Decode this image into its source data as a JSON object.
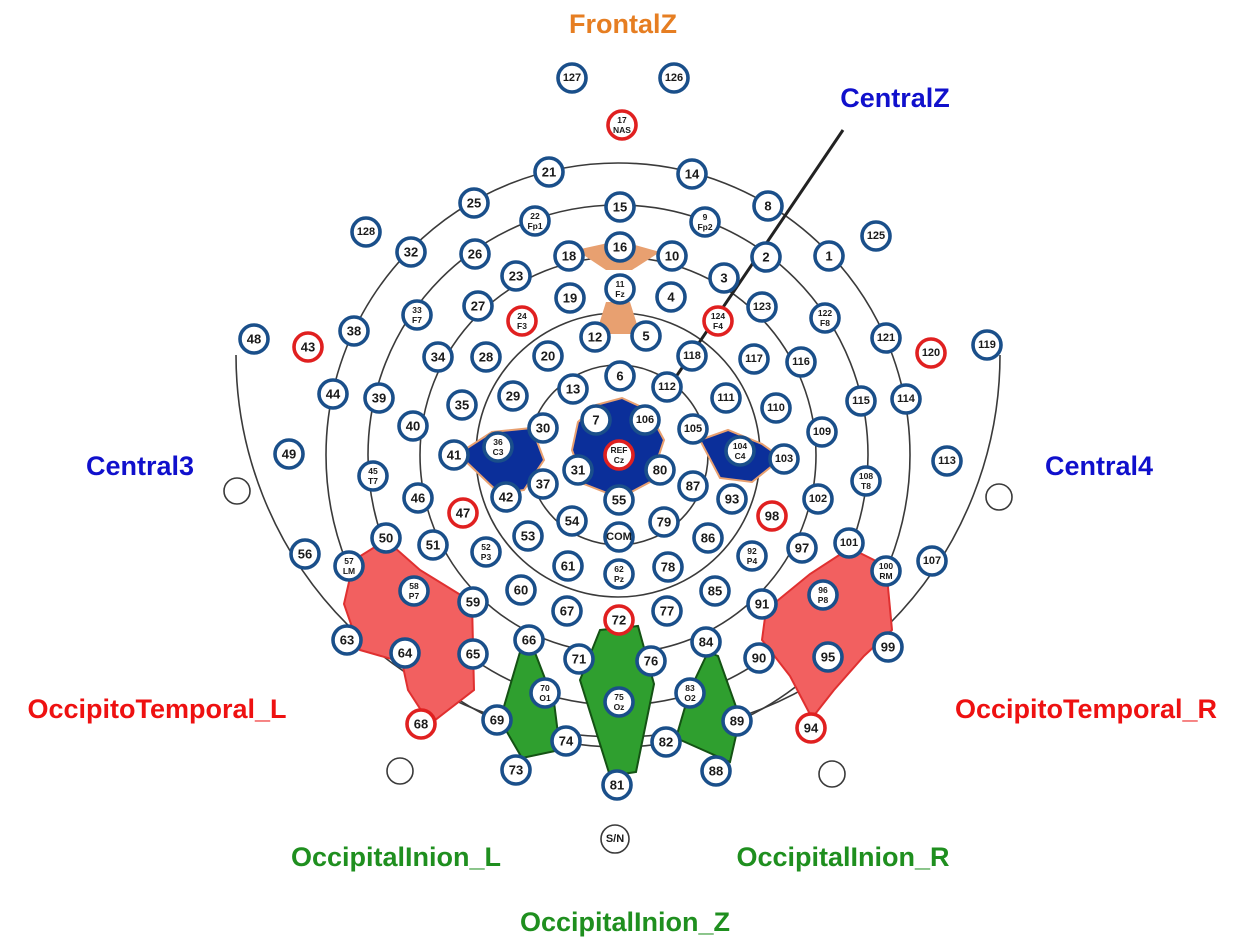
{
  "colors": {
    "frontal": "#e67e22",
    "central": "#1010cc",
    "occipitotemporal": "#ee1111",
    "occipital_inion": "#1f8f1f",
    "electrode_ring": "#1a4f8a",
    "highlight_ring": "#e02020",
    "central_fill": "#0b2f9a",
    "frontal_fill": "#e8a070",
    "occipitotemporal_fill": "#f26060",
    "inion_fill": "#2f9f2f"
  },
  "labels": {
    "frontal_z": "FrontalZ",
    "central_z": "CentralZ",
    "central_3": "Central3",
    "central_4": "Central4",
    "occipitotemporal_l": "OccipitoTemporal_L",
    "occipitotemporal_r": "OccipitoTemporal_R",
    "occipital_inion_l": "OccipitalInion_L",
    "occipital_inion_r": "OccipitalInion_R",
    "occipital_inion_z": "OccipitalInion_Z"
  },
  "electrodes": [
    {
      "n": "127"
    },
    {
      "n": "126"
    },
    {
      "n": "17",
      "sub": "NAS",
      "hl": true
    },
    {
      "n": "21"
    },
    {
      "n": "14"
    },
    {
      "n": "25"
    },
    {
      "n": "15"
    },
    {
      "n": "8"
    },
    {
      "n": "22",
      "sub": "Fp1"
    },
    {
      "n": "9",
      "sub": "Fp2"
    },
    {
      "n": "128"
    },
    {
      "n": "125"
    },
    {
      "n": "32"
    },
    {
      "n": "26"
    },
    {
      "n": "18"
    },
    {
      "n": "16"
    },
    {
      "n": "10"
    },
    {
      "n": "2"
    },
    {
      "n": "1"
    },
    {
      "n": "23"
    },
    {
      "n": "3"
    },
    {
      "n": "27"
    },
    {
      "n": "19"
    },
    {
      "n": "11",
      "sub": "Fz"
    },
    {
      "n": "4"
    },
    {
      "n": "33",
      "sub": "F7"
    },
    {
      "n": "24",
      "sub": "F3",
      "hl": true
    },
    {
      "n": "124",
      "sub": "F4",
      "hl": true
    },
    {
      "n": "123"
    },
    {
      "n": "122",
      "sub": "F8"
    },
    {
      "n": "48"
    },
    {
      "n": "43",
      "hl": true
    },
    {
      "n": "38"
    },
    {
      "n": "12"
    },
    {
      "n": "5"
    },
    {
      "n": "121"
    },
    {
      "n": "120",
      "hl": true
    },
    {
      "n": "119"
    },
    {
      "n": "34"
    },
    {
      "n": "28"
    },
    {
      "n": "20"
    },
    {
      "n": "118"
    },
    {
      "n": "117"
    },
    {
      "n": "116"
    },
    {
      "n": "6"
    },
    {
      "n": "112"
    },
    {
      "n": "44"
    },
    {
      "n": "13"
    },
    {
      "n": "39"
    },
    {
      "n": "29"
    },
    {
      "n": "111"
    },
    {
      "n": "115"
    },
    {
      "n": "114"
    },
    {
      "n": "35"
    },
    {
      "n": "110"
    },
    {
      "n": "7"
    },
    {
      "n": "106"
    },
    {
      "n": "105"
    },
    {
      "n": "40"
    },
    {
      "n": "30"
    },
    {
      "n": "109"
    },
    {
      "n": "36",
      "sub": "C3"
    },
    {
      "n": "104",
      "sub": "C4"
    },
    {
      "n": "49"
    },
    {
      "n": "41"
    },
    {
      "n": "REF",
      "sub": "Cz",
      "hl": true
    },
    {
      "n": "103"
    },
    {
      "n": "113"
    },
    {
      "n": "31"
    },
    {
      "n": "80"
    },
    {
      "n": "45",
      "sub": "T7"
    },
    {
      "n": "108",
      "sub": "T8"
    },
    {
      "n": "37"
    },
    {
      "n": "87"
    },
    {
      "n": "42"
    },
    {
      "n": "55"
    },
    {
      "n": "93"
    },
    {
      "n": "46"
    },
    {
      "n": "102"
    },
    {
      "n": "47",
      "hl": true
    },
    {
      "n": "98",
      "hl": true
    },
    {
      "n": "54"
    },
    {
      "n": "79"
    },
    {
      "n": "53"
    },
    {
      "n": "COM"
    },
    {
      "n": "86"
    },
    {
      "n": "50"
    },
    {
      "n": "97"
    },
    {
      "n": "101"
    },
    {
      "n": "51"
    },
    {
      "n": "56"
    },
    {
      "n": "107"
    },
    {
      "n": "52",
      "sub": "P3"
    },
    {
      "n": "92",
      "sub": "P4"
    },
    {
      "n": "57",
      "sub": "LM"
    },
    {
      "n": "100",
      "sub": "RM"
    },
    {
      "n": "61"
    },
    {
      "n": "78"
    },
    {
      "n": "62",
      "sub": "Pz"
    },
    {
      "n": "58",
      "sub": "P7"
    },
    {
      "n": "96",
      "sub": "P8"
    },
    {
      "n": "60"
    },
    {
      "n": "85"
    },
    {
      "n": "59"
    },
    {
      "n": "91"
    },
    {
      "n": "67"
    },
    {
      "n": "77"
    },
    {
      "n": "72",
      "hl": true
    },
    {
      "n": "66"
    },
    {
      "n": "84"
    },
    {
      "n": "63"
    },
    {
      "n": "99"
    },
    {
      "n": "64"
    },
    {
      "n": "65"
    },
    {
      "n": "71"
    },
    {
      "n": "76"
    },
    {
      "n": "90"
    },
    {
      "n": "95"
    },
    {
      "n": "70",
      "sub": "O1"
    },
    {
      "n": "83",
      "sub": "O2"
    },
    {
      "n": "75",
      "sub": "Oz"
    },
    {
      "n": "68",
      "hl": true
    },
    {
      "n": "69"
    },
    {
      "n": "89"
    },
    {
      "n": "94",
      "hl": true
    },
    {
      "n": "74"
    },
    {
      "n": "82"
    },
    {
      "n": "73"
    },
    {
      "n": "88"
    },
    {
      "n": "81"
    },
    {
      "n": "S/N",
      "plain": true
    }
  ]
}
